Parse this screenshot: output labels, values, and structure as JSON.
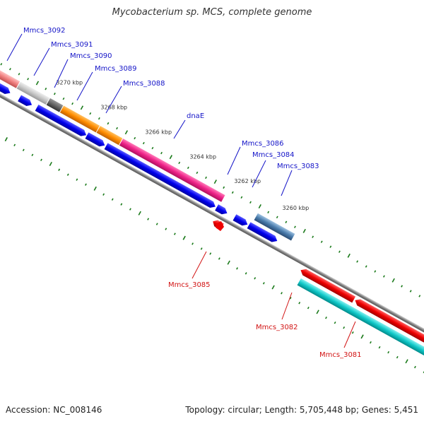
{
  "title": "Mycobacterium sp. MCS, complete genome",
  "footer": {
    "accession": "Accession: NC_008146",
    "summary": "Topology: circular; Length: 5,705,448 bp; Genes: 5,451"
  },
  "colors": {
    "forward_label": "#1414c8",
    "reverse_label": "#d21414",
    "cds": "#0000ee",
    "tick": "#1a7a1a"
  },
  "scale_labels": [
    "3270 kbp",
    "3268 kbp",
    "3266 kbp",
    "3264 kbp",
    "3262 kbp",
    "3260 kbp"
  ],
  "forward_genes": [
    "Mmcs_3092",
    "Mmcs_3091",
    "Mmcs_3090",
    "Mmcs_3089",
    "Mmcs_3088",
    "dnaE",
    "Mmcs_3086",
    "Mmcs_3084",
    "Mmcs_3083"
  ],
  "reverse_genes": [
    "Mmcs_3085",
    "Mmcs_3082",
    "Mmcs_3081"
  ]
}
